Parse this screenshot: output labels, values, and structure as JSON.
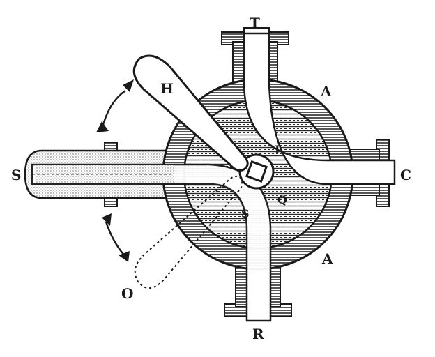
{
  "labels": {
    "top_port": "T",
    "handle": "H",
    "body_upper": "A",
    "body_lower": "A",
    "left_port": "S",
    "right_port": "C",
    "bottom_port": "R",
    "alt_handle": "O",
    "passage_upper": "I",
    "passage_lower": "S",
    "plug": "Q"
  },
  "colors": {
    "ink": "#1a1a1a",
    "hatch": "#3a3a3a",
    "paper": "#ffffff"
  }
}
